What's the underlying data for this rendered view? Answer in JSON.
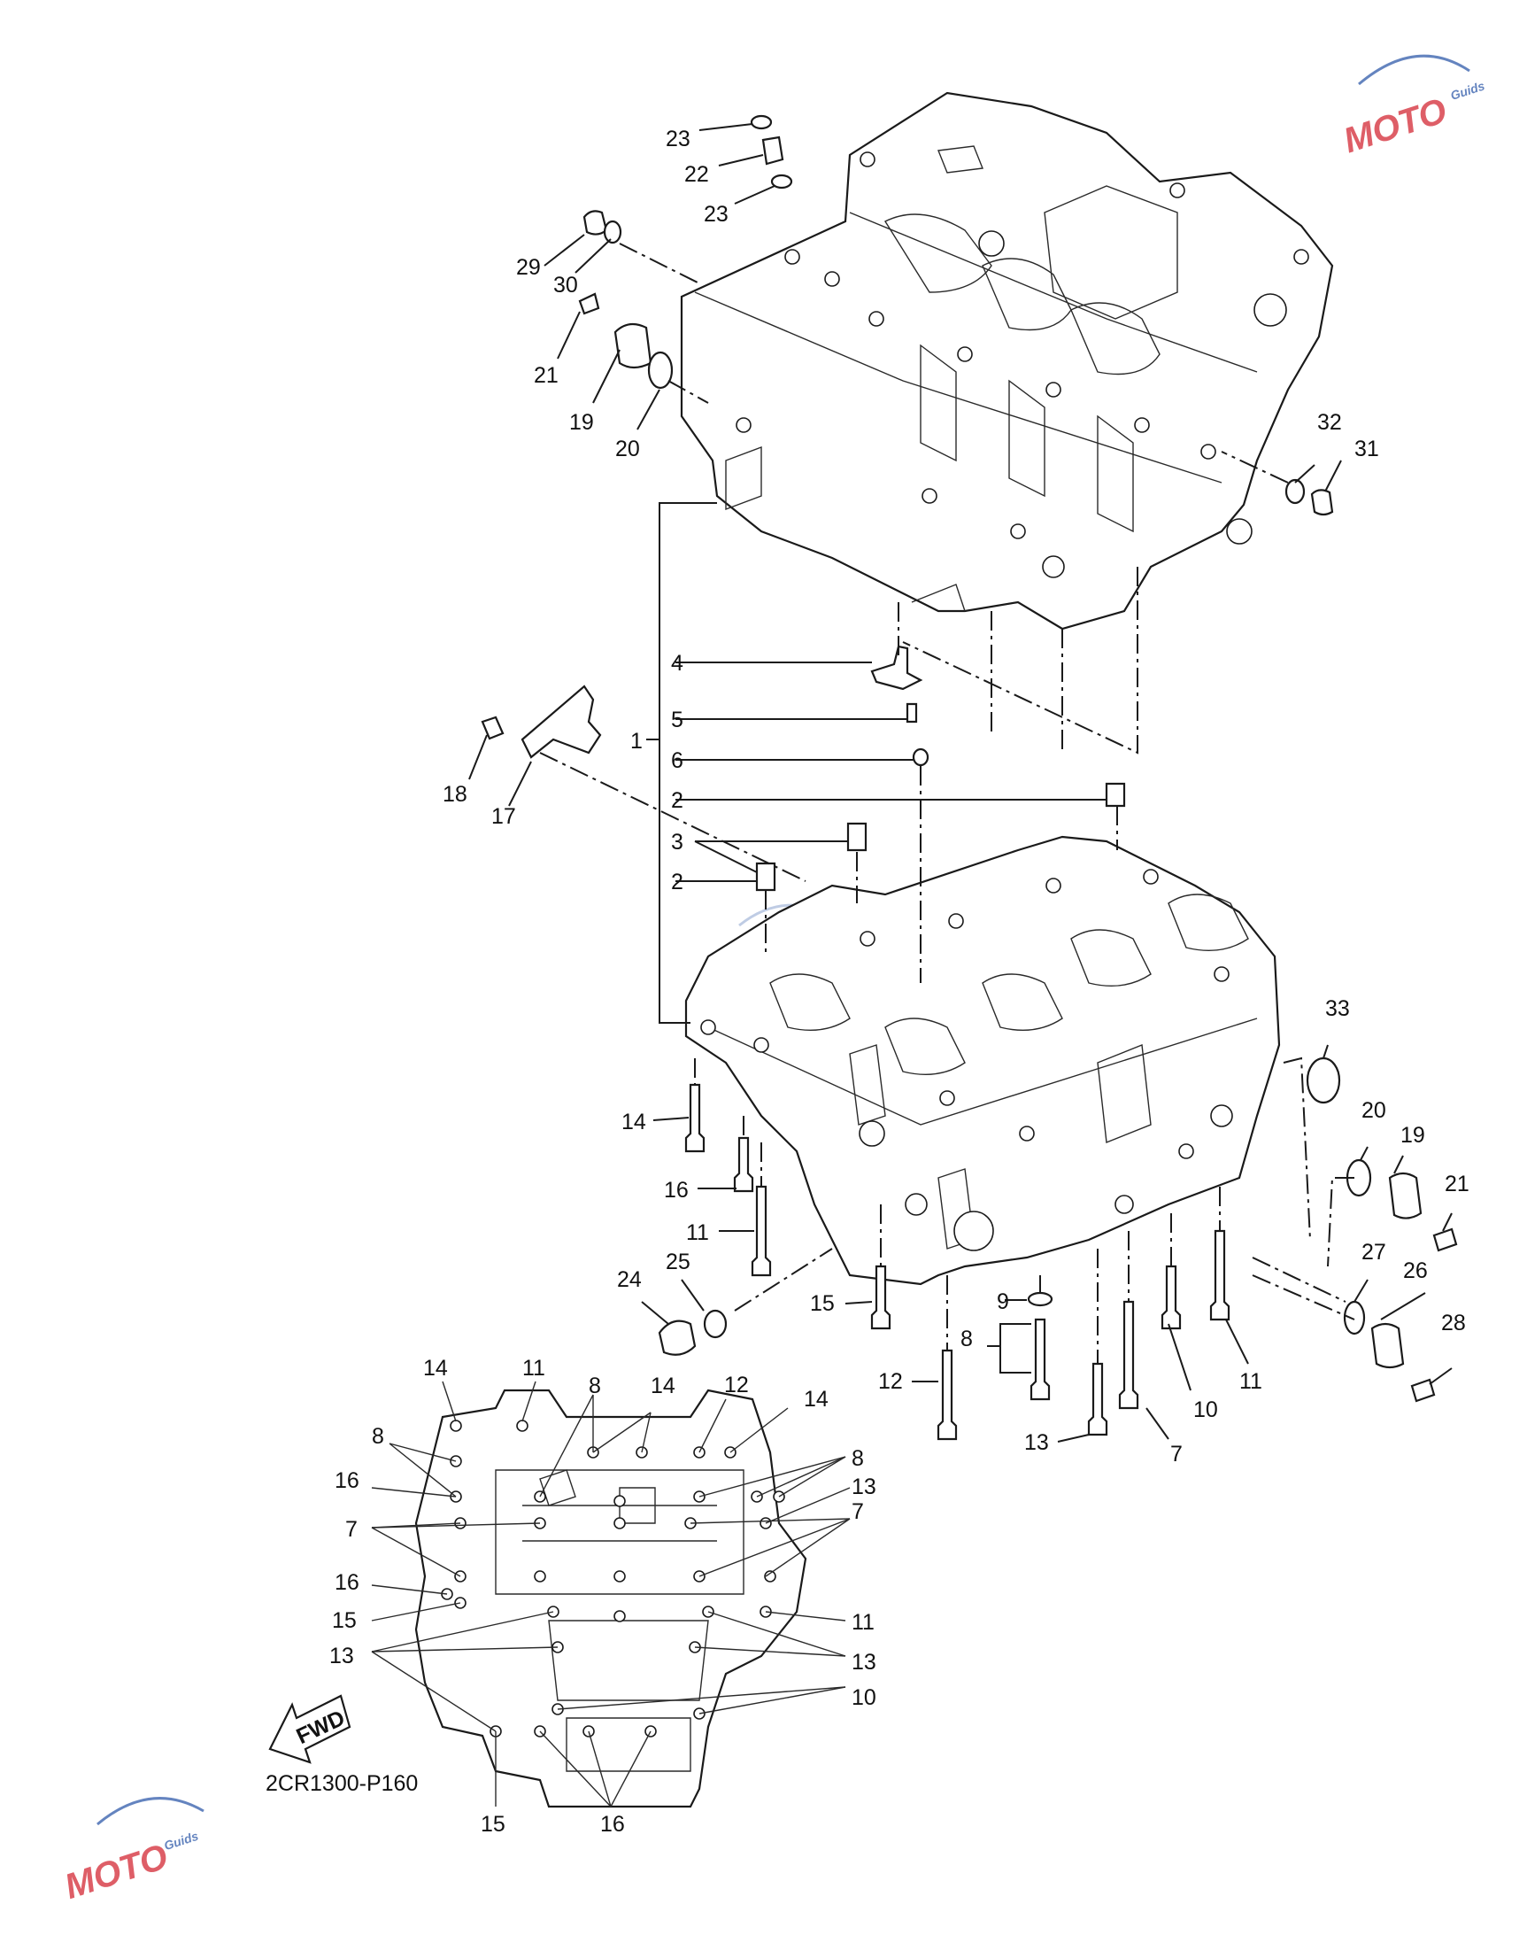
{
  "diagram": {
    "code": "2CR1300-P160",
    "fwd_label": "FWD",
    "watermark_text": "MOTO",
    "watermark_sub": "Guids",
    "watermark_color": "#d9434d",
    "watermark_secondary_color": "#4a6fb5",
    "callouts": [
      {
        "id": "c1",
        "text": "1"
      },
      {
        "id": "c2a",
        "text": "2"
      },
      {
        "id": "c2b",
        "text": "2"
      },
      {
        "id": "c3",
        "text": "3"
      },
      {
        "id": "c4",
        "text": "4"
      },
      {
        "id": "c5",
        "text": "5"
      },
      {
        "id": "c6",
        "text": "6"
      },
      {
        "id": "c7a",
        "text": "7"
      },
      {
        "id": "c7b",
        "text": "7"
      },
      {
        "id": "c7c",
        "text": "7"
      },
      {
        "id": "c8a",
        "text": "8"
      },
      {
        "id": "c8b",
        "text": "8"
      },
      {
        "id": "c8c",
        "text": "8"
      },
      {
        "id": "c8d",
        "text": "8"
      },
      {
        "id": "c9",
        "text": "9"
      },
      {
        "id": "c10a",
        "text": "10"
      },
      {
        "id": "c10b",
        "text": "10"
      },
      {
        "id": "c11a",
        "text": "11"
      },
      {
        "id": "c11b",
        "text": "11"
      },
      {
        "id": "c11c",
        "text": "11"
      },
      {
        "id": "c11d",
        "text": "11"
      },
      {
        "id": "c12a",
        "text": "12"
      },
      {
        "id": "c12b",
        "text": "12"
      },
      {
        "id": "c13a",
        "text": "13"
      },
      {
        "id": "c13b",
        "text": "13"
      },
      {
        "id": "c13c",
        "text": "13"
      },
      {
        "id": "c13d",
        "text": "13"
      },
      {
        "id": "c14a",
        "text": "14"
      },
      {
        "id": "c14b",
        "text": "14"
      },
      {
        "id": "c14c",
        "text": "14"
      },
      {
        "id": "c14d",
        "text": "14"
      },
      {
        "id": "c15a",
        "text": "15"
      },
      {
        "id": "c15b",
        "text": "15"
      },
      {
        "id": "c15c",
        "text": "15"
      },
      {
        "id": "c16a",
        "text": "16"
      },
      {
        "id": "c16b",
        "text": "16"
      },
      {
        "id": "c16c",
        "text": "16"
      },
      {
        "id": "c16d",
        "text": "16"
      },
      {
        "id": "c17",
        "text": "17"
      },
      {
        "id": "c18",
        "text": "18"
      },
      {
        "id": "c19a",
        "text": "19"
      },
      {
        "id": "c19b",
        "text": "19"
      },
      {
        "id": "c20a",
        "text": "20"
      },
      {
        "id": "c20b",
        "text": "20"
      },
      {
        "id": "c21a",
        "text": "21"
      },
      {
        "id": "c21b",
        "text": "21"
      },
      {
        "id": "c22",
        "text": "22"
      },
      {
        "id": "c23a",
        "text": "23"
      },
      {
        "id": "c23b",
        "text": "23"
      },
      {
        "id": "c24",
        "text": "24"
      },
      {
        "id": "c25",
        "text": "25"
      },
      {
        "id": "c26",
        "text": "26"
      },
      {
        "id": "c27",
        "text": "27"
      },
      {
        "id": "c28",
        "text": "28"
      },
      {
        "id": "c29",
        "text": "29"
      },
      {
        "id": "c30",
        "text": "30"
      },
      {
        "id": "c31",
        "text": "31"
      },
      {
        "id": "c32",
        "text": "32"
      },
      {
        "id": "c33",
        "text": "33"
      }
    ]
  }
}
